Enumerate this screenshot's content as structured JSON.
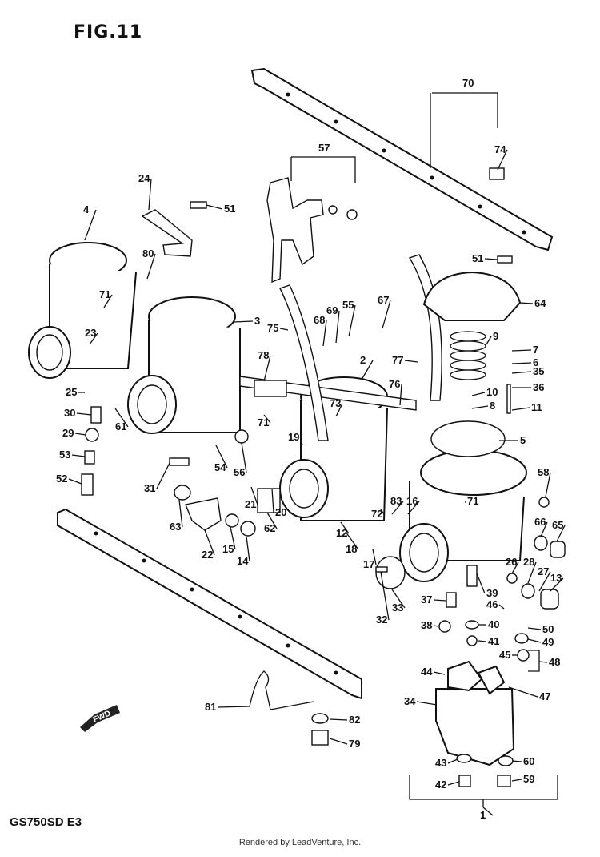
{
  "figure_title": "FIG.11",
  "model_code": "GS750SD E3",
  "credit": "Rendered by LeadVenture, Inc.",
  "fwd_label": "FWD",
  "callouts": [
    "70",
    "74",
    "57",
    "24",
    "51",
    "4",
    "80",
    "71",
    "3",
    "23",
    "25",
    "30",
    "29",
    "53",
    "52",
    "61",
    "31",
    "54",
    "56",
    "63",
    "22",
    "15",
    "14",
    "62",
    "21",
    "20",
    "71",
    "19",
    "73",
    "2",
    "76",
    "78",
    "75",
    "68",
    "69",
    "55",
    "67",
    "77",
    "64",
    "9",
    "7",
    "6",
    "35",
    "36",
    "10",
    "8",
    "11",
    "5",
    "58",
    "66",
    "65",
    "72",
    "83",
    "16",
    "71",
    "12",
    "18",
    "17",
    "33",
    "32",
    "39",
    "37",
    "38",
    "40",
    "41",
    "26",
    "28",
    "27",
    "13",
    "46",
    "50",
    "49",
    "45",
    "48",
    "44",
    "47",
    "34",
    "43",
    "60",
    "42",
    "59",
    "1",
    "81",
    "82",
    "79",
    "51"
  ]
}
